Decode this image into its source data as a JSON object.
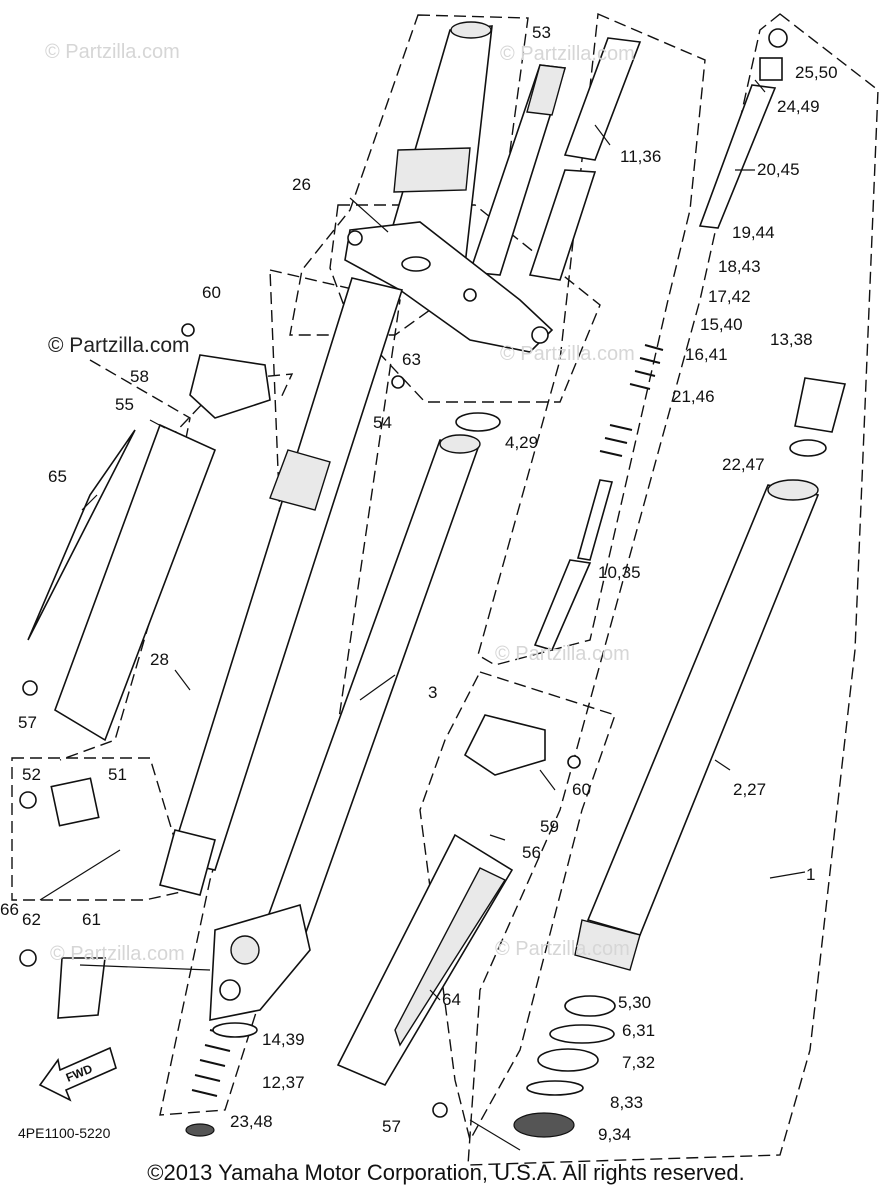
{
  "watermarks": [
    "© Partzilla.com",
    "© Partzilla.com",
    "© Partzilla.com",
    "© Partzilla.com",
    "© Partzilla.com",
    "© Partzilla.com",
    "© Partzilla.com"
  ],
  "diagram_code": "4PE1100-5220",
  "fwd_label": "FWD",
  "copyright": "©2013 Yamaha Motor Corporation, U.S.A. All rights reserved.",
  "callouts": [
    "53",
    "25,50",
    "24,49",
    "11,36",
    "20,45",
    "26",
    "19,44",
    "18,43",
    "17,42",
    "60",
    "15,40",
    "13,38",
    "16,41",
    "63",
    "58",
    "21,46",
    "55",
    "54",
    "4,29",
    "22,47",
    "65",
    "10,35",
    "28",
    "3",
    "57",
    "52",
    "51",
    "60",
    "2,27",
    "59",
    "56",
    "1",
    "66",
    "62",
    "61",
    "64",
    "5,30",
    "6,31",
    "14,39",
    "7,32",
    "12,37",
    "8,33",
    "23,48",
    "57",
    "9,34"
  ]
}
